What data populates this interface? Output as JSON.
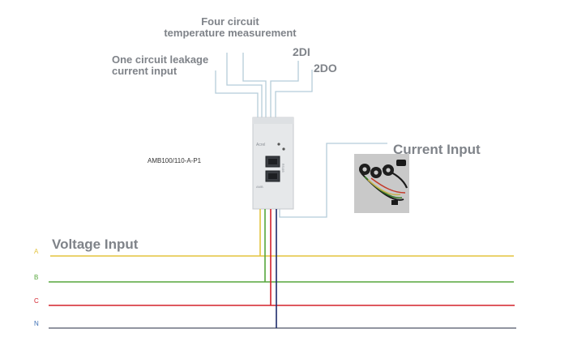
{
  "labels": {
    "four_circuit_line1": "Four circuit",
    "four_circuit_line2": "temperature measurement",
    "leakage_line1": "One circuit leakage",
    "leakage_line2": "current input",
    "di": "2DI",
    "do": "2DO",
    "model": "AMB100/110-A-P1",
    "current_input": "Current Input",
    "voltage_input": "Voltage Input"
  },
  "phases": [
    {
      "name": "A",
      "color": "#e3c33d"
    },
    {
      "name": "B",
      "color": "#57a63c"
    },
    {
      "name": "C",
      "color": "#d3202a"
    },
    {
      "name": "N",
      "color": "#6d7280"
    }
  ],
  "colors": {
    "signal_wire": "#b5ccd9",
    "label_gray": "#7f8389",
    "device_body": "#e6e8ea",
    "ct_bg": "#c9c9c9",
    "dark_wire": "#1c2a6b"
  },
  "icons": {
    "device": "din-rail-meter-icon",
    "ct": "current-transformer-photo-icon"
  }
}
